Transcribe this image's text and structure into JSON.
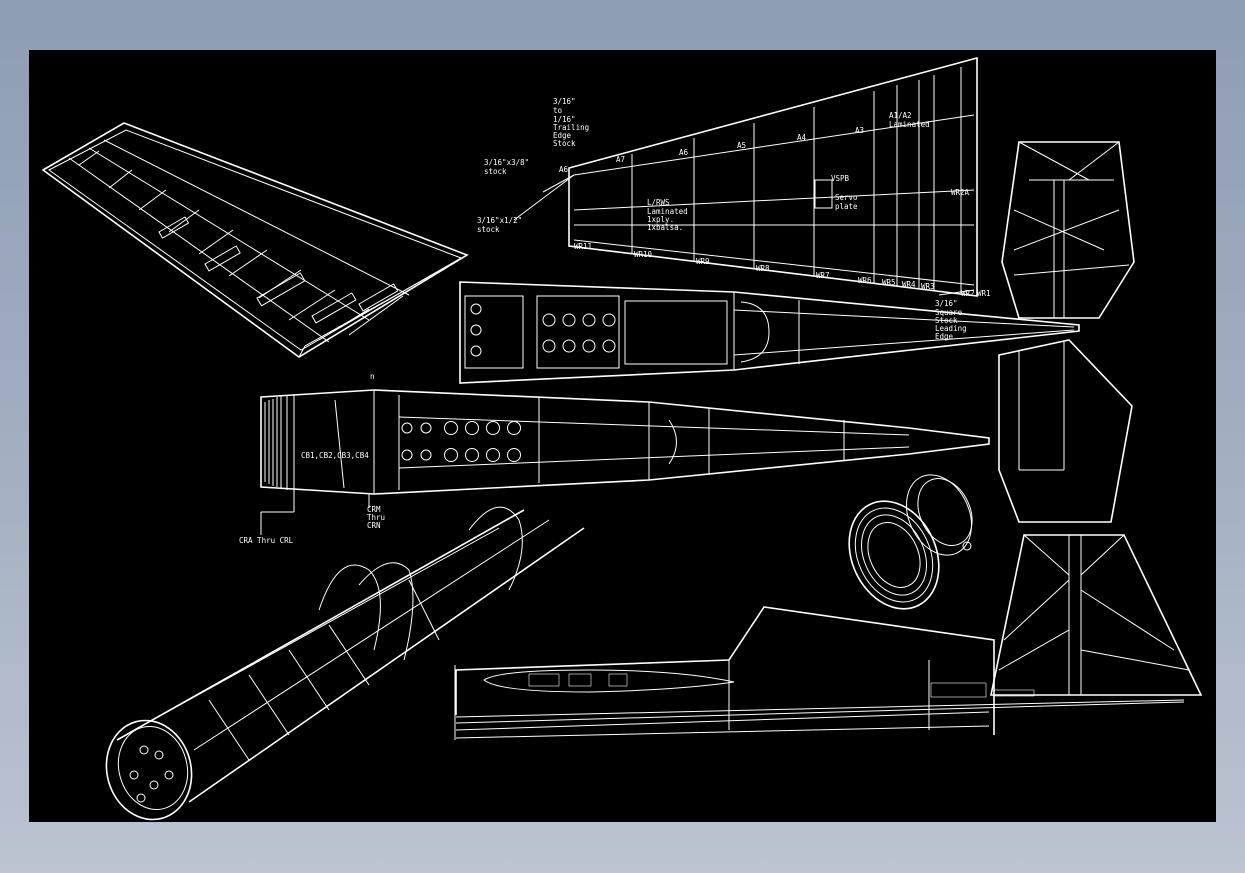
{
  "labels": {
    "trailing_edge": [
      "3/16\"",
      "to",
      "1/16\"",
      "Trailing",
      "Edge",
      "Stock"
    ],
    "stock_a": [
      "3/16\"x3/8\"",
      "stock"
    ],
    "stock_b": [
      "3/16\"x1/2\"",
      "stock"
    ],
    "laminated": [
      "L/RWS",
      "Laminated",
      "1xply.",
      "1xbalsa."
    ],
    "servo": [
      "Servo",
      "plate"
    ],
    "vspb": "VSPB",
    "a1a2": [
      "A1/A2",
      "Laminated"
    ],
    "leading_edge": [
      "3/16\"",
      "Square",
      "Stock",
      "Leading",
      "Edge"
    ],
    "ribs_top": [
      "A7",
      "A6",
      "A5",
      "A4",
      "A3",
      "A6"
    ],
    "ribs_bottom": [
      "WR11",
      "WR10",
      "WR9",
      "WR8",
      "WR7",
      "WR6",
      "WR5",
      "WR4",
      "WR3",
      "WR2",
      "WR1",
      "WR2A"
    ],
    "cowl_formers": "CB1,CB2,CB3,CB4",
    "crm": [
      "CRM",
      "Thru",
      "CRN"
    ],
    "cra": "CRA Thru CRL",
    "n_mark": "n"
  },
  "colors": {
    "line": "#ffffff",
    "background": "#000000"
  }
}
